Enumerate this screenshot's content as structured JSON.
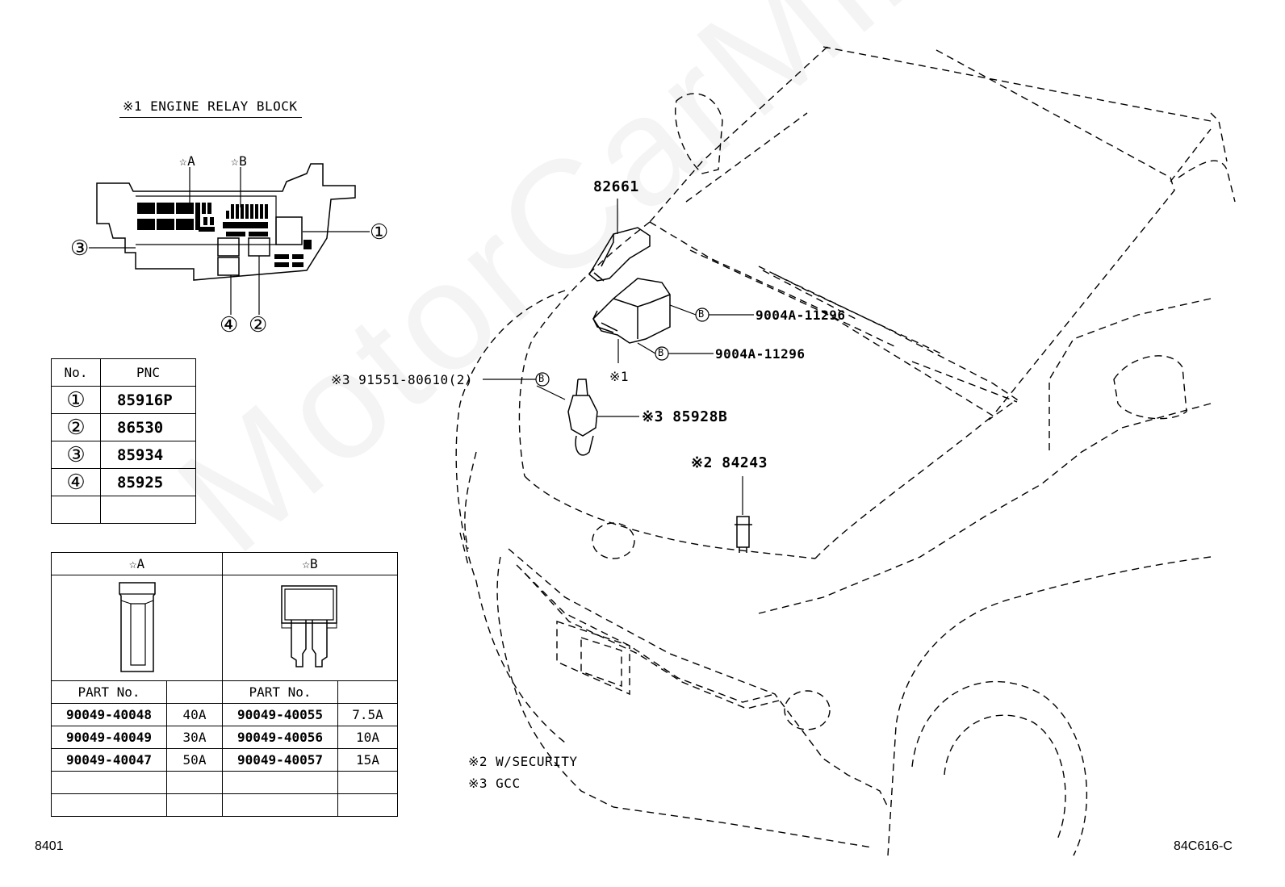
{
  "relay_block": {
    "title": "※1 ENGINE RELAY BLOCK",
    "star_a": "☆A",
    "star_b": "☆B",
    "callouts": [
      "①",
      "②",
      "③",
      "④"
    ]
  },
  "pnc_table": {
    "header_no": "No.",
    "header_pnc": "PNC",
    "rows": [
      {
        "no": "①",
        "pnc": "85916P"
      },
      {
        "no": "②",
        "pnc": "86530"
      },
      {
        "no": "③",
        "pnc": "85934"
      },
      {
        "no": "④",
        "pnc": "85925"
      },
      {
        "no": "",
        "pnc": ""
      }
    ]
  },
  "fuse_table": {
    "header_a": "☆A",
    "header_b": "☆B",
    "part_no_a": "PART No.",
    "part_no_b": "PART No.",
    "rows": [
      {
        "a_part": "90049-40048",
        "a_amp": "40A",
        "b_part": "90049-40055",
        "b_amp": "7.5A"
      },
      {
        "a_part": "90049-40049",
        "a_amp": "30A",
        "b_part": "90049-40056",
        "b_amp": "10A"
      },
      {
        "a_part": "90049-40047",
        "a_amp": "50A",
        "b_part": "90049-40057",
        "b_amp": "15A"
      },
      {
        "a_part": "",
        "a_amp": "",
        "b_part": "",
        "b_amp": ""
      },
      {
        "a_part": "",
        "a_amp": "",
        "b_part": "",
        "b_amp": ""
      }
    ]
  },
  "part_labels": {
    "p82661": "82661",
    "bolt_1": "9004A-11296",
    "bolt_2": "9004A-11296",
    "ref_1": "※1",
    "screw": "※3 91551-80610(2)",
    "module": "※3 85928B",
    "switch": "※2 84243",
    "marker_b": "B"
  },
  "notes": {
    "note_2": "※2 W/SECURITY",
    "note_3": "※3 GCC"
  },
  "footer": {
    "left": "8401",
    "right": "84C616-C"
  },
  "watermark": "MotorCarMine.ru"
}
